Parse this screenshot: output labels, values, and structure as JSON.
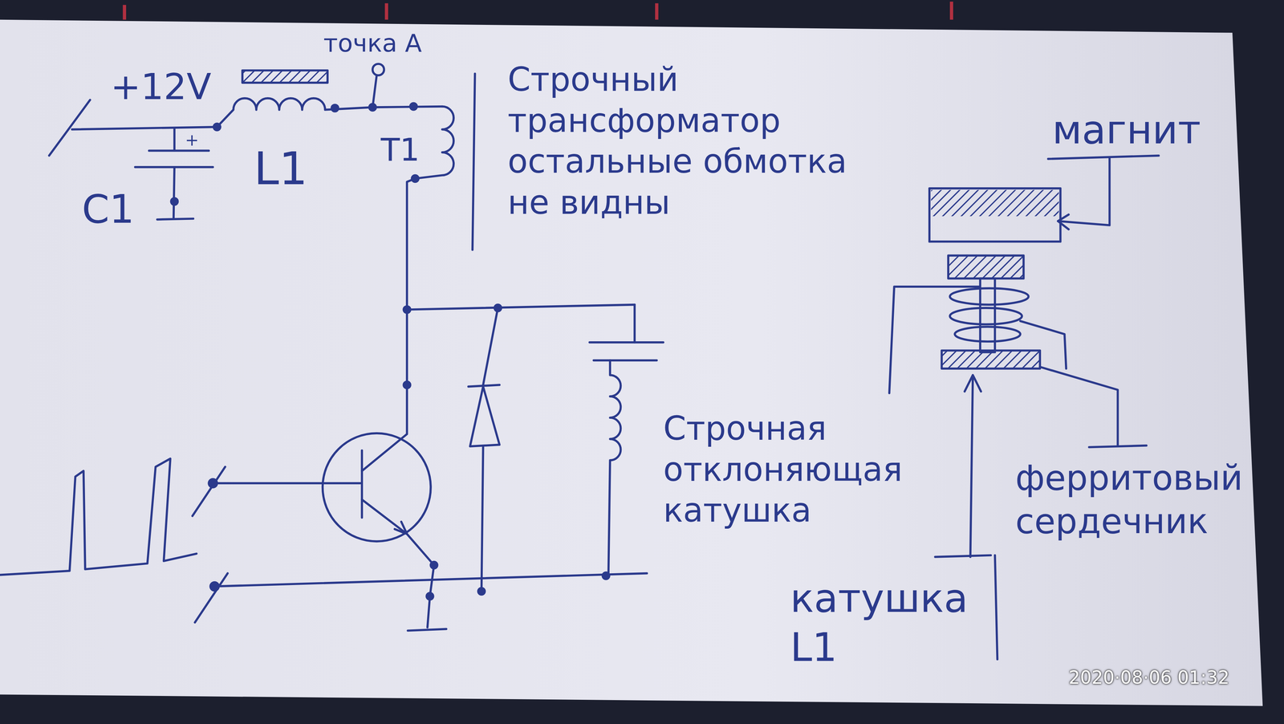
{
  "diagram": {
    "labels": [
      "+12V",
      "точка A",
      "L1",
      "T1",
      "C1",
      "+",
      "Строчный трансформатор остальные обмотка не видны",
      "Строчная отклоняющая катушка",
      "магнит",
      "ферритовый сердечник",
      "катушка L1",
      "2020·08·06 01:32"
    ]
  }
}
